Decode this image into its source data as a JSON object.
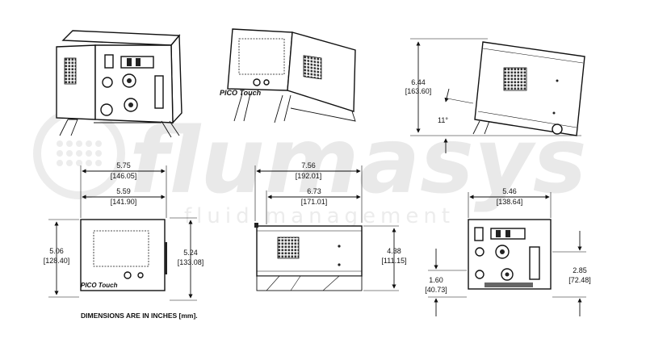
{
  "watermark": {
    "brand": "flumasys",
    "tagline": "fluid management"
  },
  "footnote": "DIMENSIONS ARE IN INCHES [mm].",
  "device": {
    "logo_text": "PICO Touch"
  },
  "colors": {
    "ink": "#111111",
    "watermark": "#e9e9e9"
  },
  "dimensions": {
    "front_width_outer": {
      "in": "5.75",
      "mm": "[146.05]"
    },
    "front_width_inner": {
      "in": "5.59",
      "mm": "[141.90]"
    },
    "front_height_left": {
      "in": "5.06",
      "mm": "[128.40]"
    },
    "front_height_right": {
      "in": "5.24",
      "mm": "[133.08]"
    },
    "side_length_outer": {
      "in": "7.56",
      "mm": "[192.01]"
    },
    "side_length_inner": {
      "in": "6.73",
      "mm": "[171.01]"
    },
    "side_height": {
      "in": "4.38",
      "mm": "[111.15]"
    },
    "tilt_height": {
      "in": "6.44",
      "mm": "[163.60]"
    },
    "tilt_angle": "11°",
    "rear_width": {
      "in": "5.46",
      "mm": "[138.64]"
    },
    "rear_low": {
      "in": "1.60",
      "mm": "[40.73]"
    },
    "rear_high": {
      "in": "2.85",
      "mm": "[72.48]"
    }
  }
}
